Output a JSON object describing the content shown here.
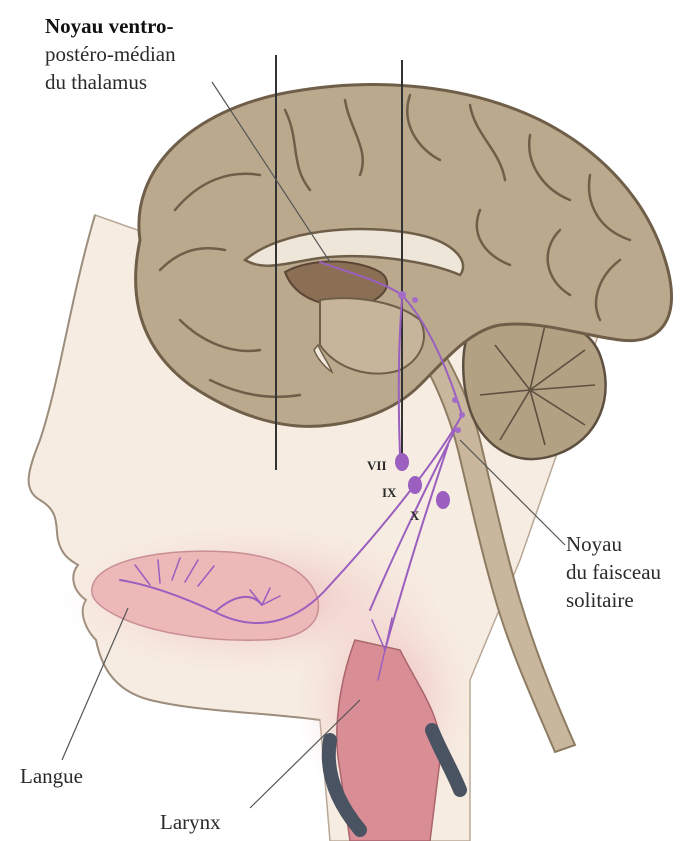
{
  "labels": {
    "thalamus_line1": "Noyau ventro-",
    "thalamus_line2": "postéro-médian",
    "thalamus_line3": "du thalamus",
    "solitary_line1": "Noyau",
    "solitary_line2": "du faisceau",
    "solitary_line3": "solitaire",
    "tongue": "Langue",
    "larynx": "Larynx"
  },
  "cranial_nerves": [
    "VII",
    "IX",
    "X"
  ],
  "colors": {
    "brain": "#bba98e",
    "brain_dark": "#6f5f49",
    "skin": "#f7ece1",
    "pathway": "#9a5fbf",
    "pink": "#e7aeb2",
    "stem": "#c8b79c"
  }
}
